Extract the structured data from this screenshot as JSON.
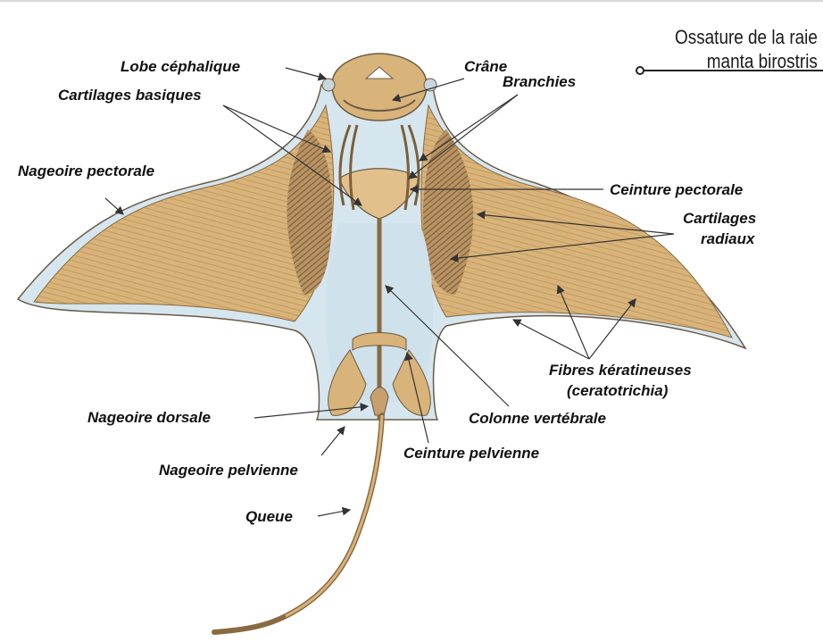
{
  "title": {
    "line1": "Ossature de la raie",
    "line2": "manta birostris"
  },
  "labels": {
    "lobe": "Lobe céphalique",
    "crane": "Crâne",
    "cartilages_basiques": "Cartilages basiques",
    "branchies": "Branchies",
    "nageoire_pectorale": "Nageoire pectorale",
    "ceinture_pectorale": "Ceinture pectorale",
    "cartilages_radiaux_1": "Cartilages",
    "cartilages_radiaux_2": "radiaux",
    "fibres_1": "Fibres kératineuses",
    "fibres_2": "(ceratotrichia)",
    "nageoire_dorsale": "Nageoire dorsale",
    "colonne": "Colonne vertébrale",
    "ceinture_pelvienne": "Ceinture pelvienne",
    "nageoire_pelvienne": "Nageoire pelvienne",
    "queue": "Queue"
  },
  "colors": {
    "fin": "#d8b37a",
    "fin_dark": "#a9834e",
    "body_bg": "#d6e6ee",
    "outline": "#6b5a45"
  }
}
